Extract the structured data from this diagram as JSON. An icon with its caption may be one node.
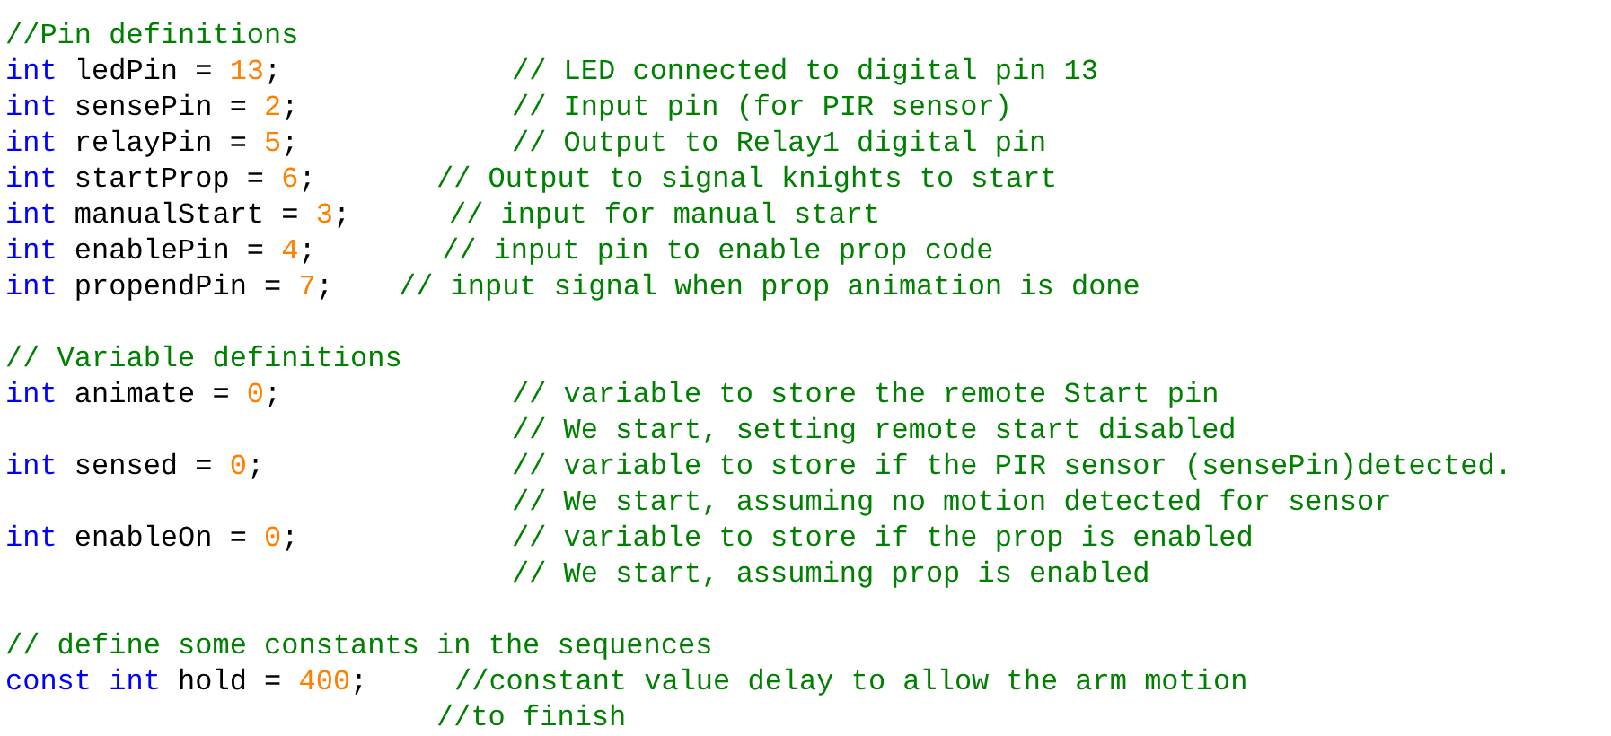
{
  "diagram": {
    "labels": [
      "//Pin definitions",
      "int ledPin = 13;",
      "// LED connected to digital pin 13",
      "int sensePin = 2;",
      "// Input pin (for PIR sensor)",
      "int relayPin = 5;",
      "// Output to Relay1 digital pin",
      "int startProp = 6;",
      "// Output to signal knights to start",
      "int manualStart = 3;",
      "// input for manual start",
      "int enablePin = 4;",
      "// input pin to enable prop code",
      "int propendPin = 7;",
      "// input signal when prop animation is done",
      "// Variable definitions",
      "int animate = 0;",
      "// variable to store the remote Start pin",
      "// We start, setting remote start disabled",
      "int sensed = 0;",
      "// variable to store if the PIR sensor (sensePin)detected.",
      "// We start, assuming no motion detected for sensor",
      "int enableOn = 0;",
      "// variable to store if the prop is enabled",
      "// We start, assuming prop is enabled",
      "// define some constants in the sequences",
      "const int hold = 400;",
      "//constant value delay to allow the arm motion",
      "//to finish"
    ]
  }
}
